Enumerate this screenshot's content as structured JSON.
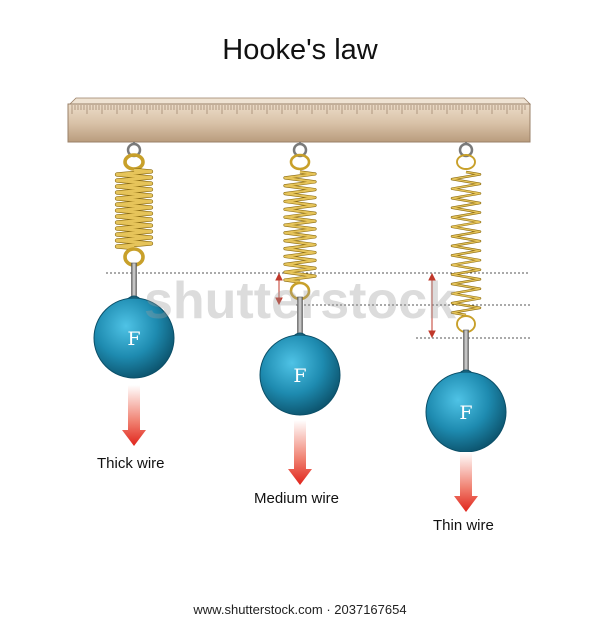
{
  "title": "Hooke's law",
  "weight_letter": "F",
  "labels": {
    "thick": "Thick wire",
    "medium": "Medium wire",
    "thin": "Thin wire"
  },
  "credit": "www.shutterstock.com · 2037167654",
  "watermark": "shutterstock",
  "colors": {
    "beam": "#d9c2a8",
    "spring": "#c8a02a",
    "weight": "#1e8bb0",
    "arrow": "#e0241b",
    "extension_marker": "#c0392b"
  }
}
